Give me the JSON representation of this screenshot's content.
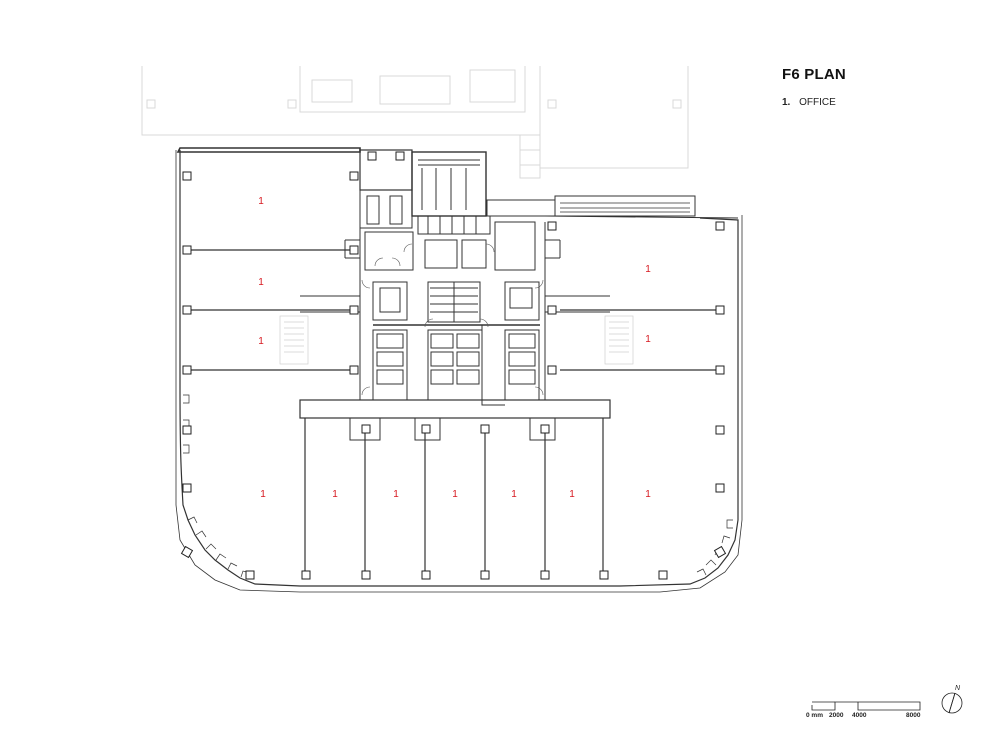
{
  "title": "F6 PLAN",
  "legend": [
    {
      "number": "1.",
      "label": "OFFICE"
    }
  ],
  "room_number": "1",
  "scale_bar": {
    "labels": [
      "0 mm",
      "2000",
      "4000",
      "8000"
    ]
  },
  "north_label": "N",
  "colors": {
    "room_label": "#d71920",
    "line": "#333333",
    "ghost": "#d8d8d8"
  }
}
